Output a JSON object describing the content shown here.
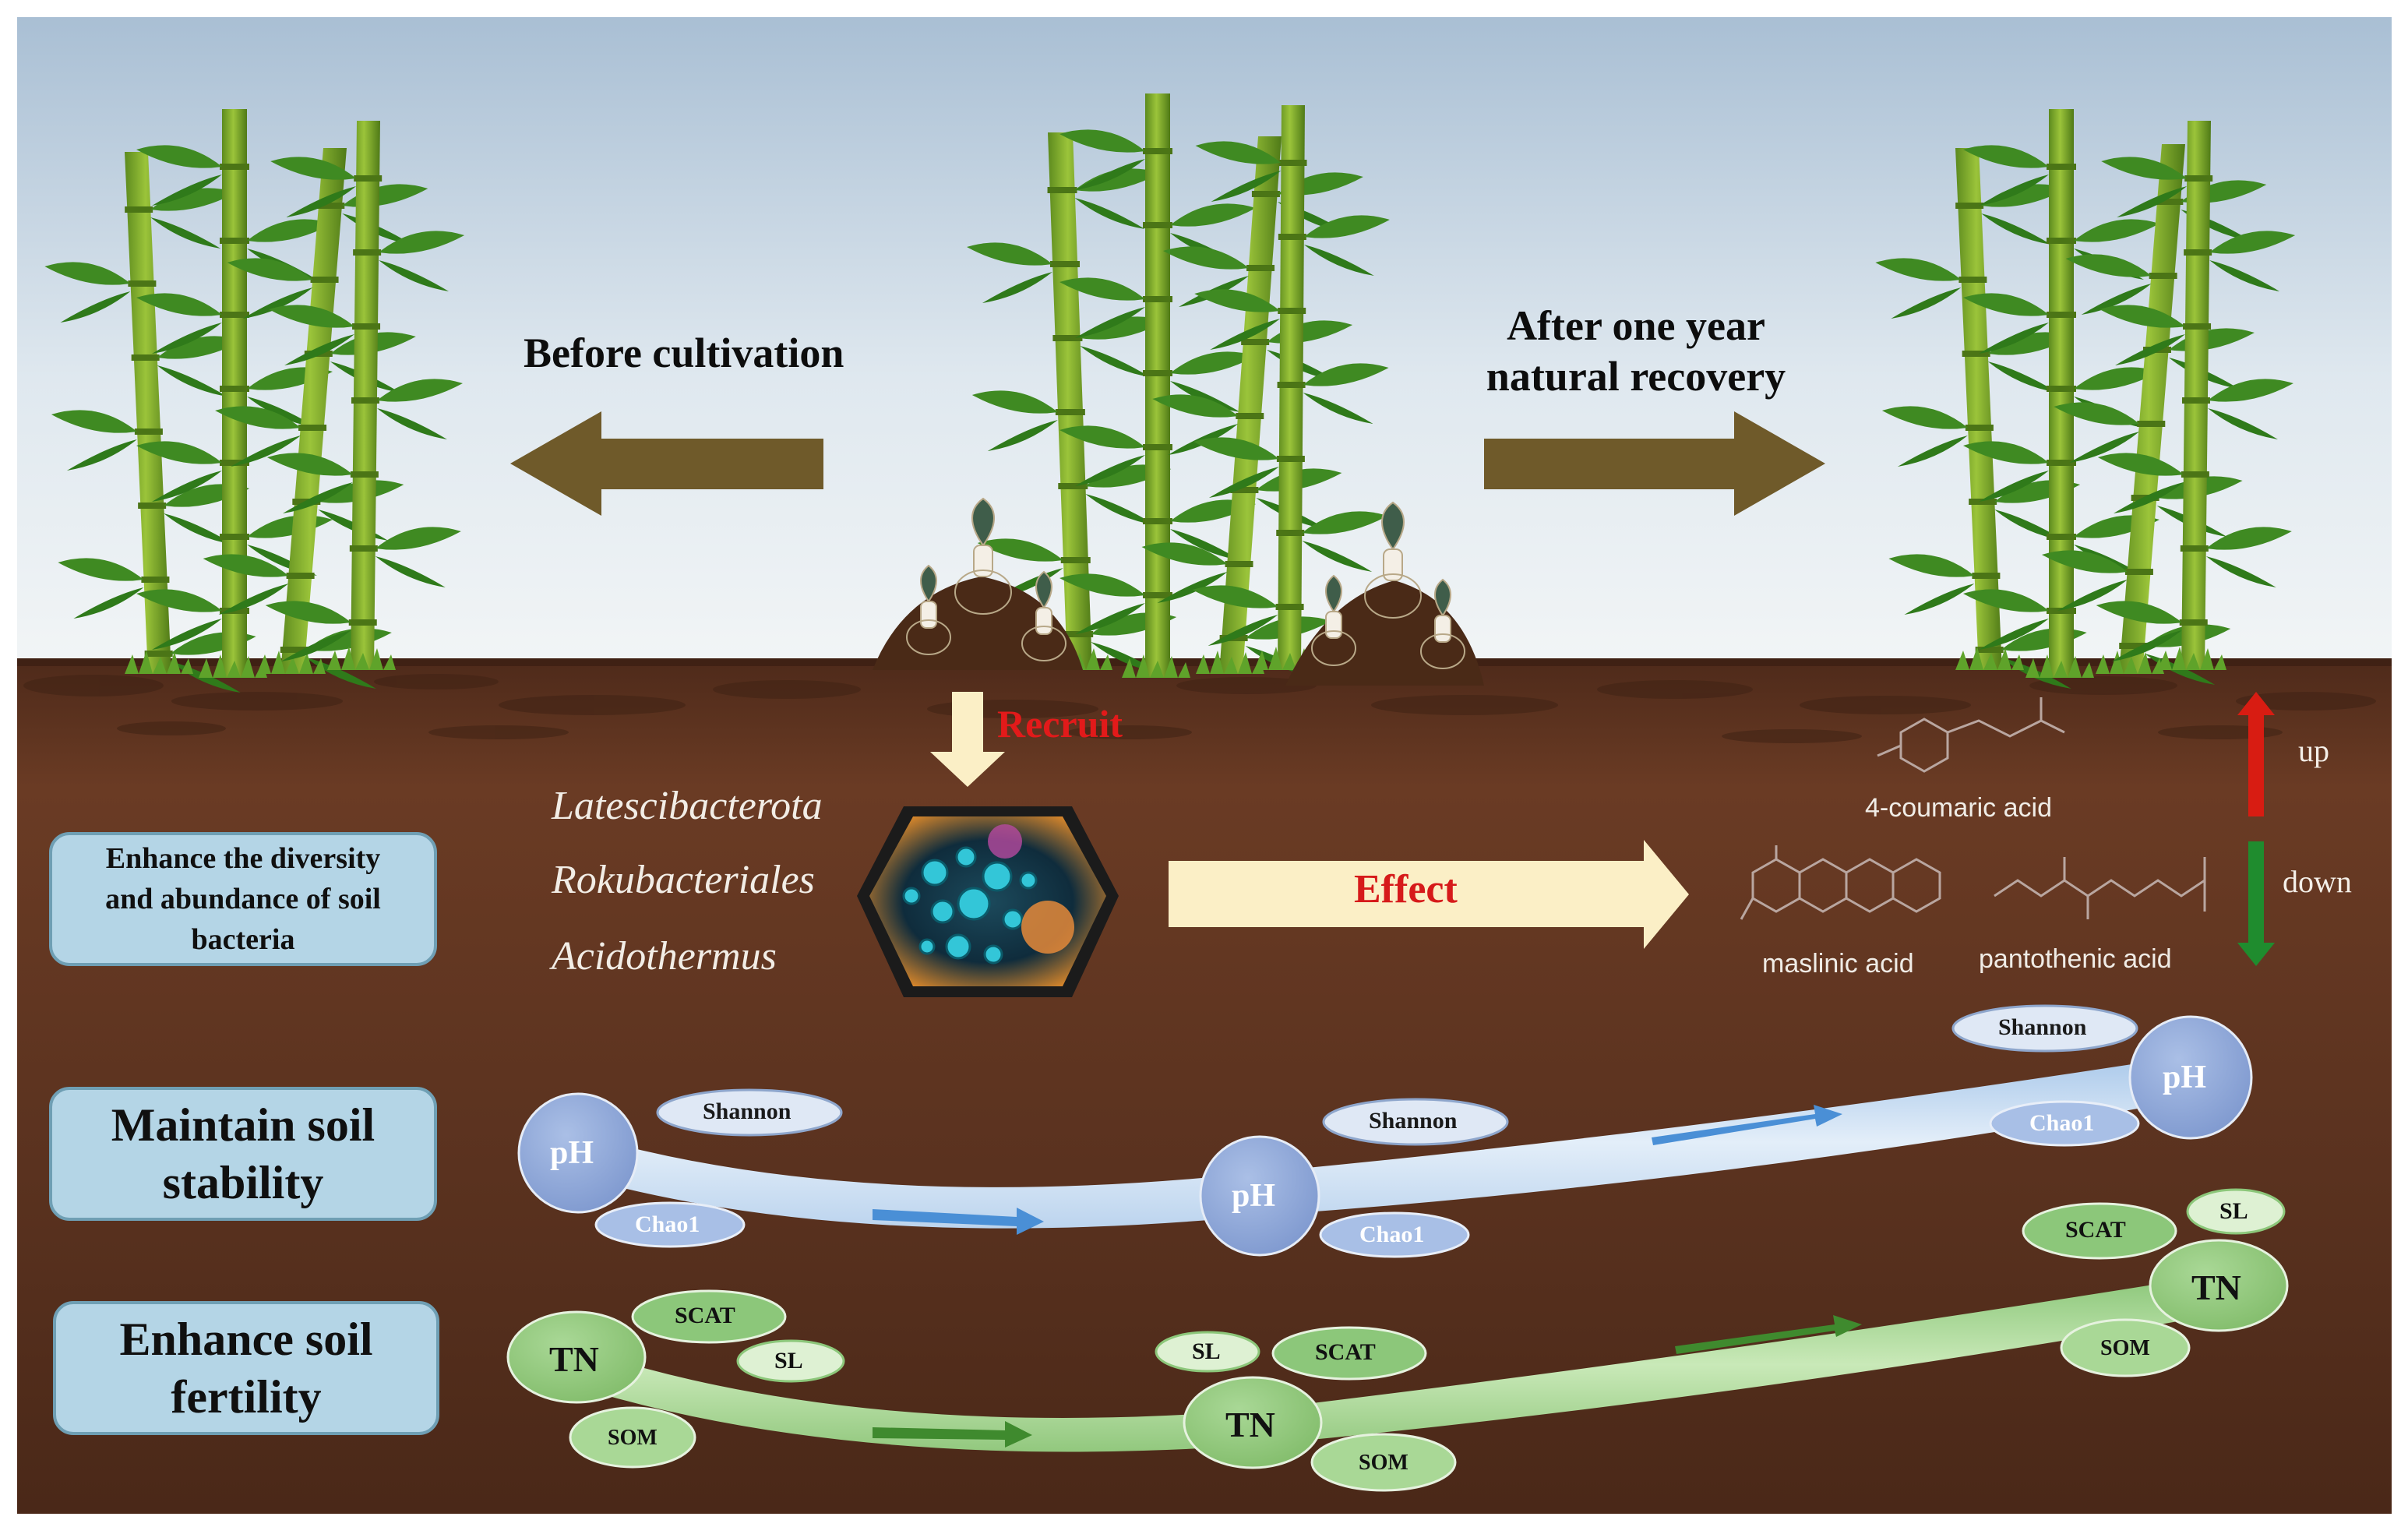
{
  "labels": {
    "before": "Before cultivation",
    "after_line1": "After one year",
    "after_line2": "natural recovery",
    "recruit": "Recruit",
    "effect": "Effect"
  },
  "side_boxes": {
    "diversity_line1": "Enhance the diversity",
    "diversity_line2": "and abundance of soil",
    "diversity_line3": "bacteria",
    "stability_line1": "Maintain soil",
    "stability_line2": "stability",
    "fertility_line1": "Enhance soil",
    "fertility_line2": "fertility"
  },
  "taxa": [
    "Latescibacterota",
    "Rokubacteriales",
    "Acidothermus"
  ],
  "metabolites": {
    "coumaric": "4-coumaric acid",
    "maslinic": "maslinic acid",
    "pantothenic": "pantothenic acid"
  },
  "legend": {
    "up": "up",
    "down": "down"
  },
  "stability_nodes": {
    "ph": "pH",
    "shannon": "Shannon",
    "chao1": "Chao1"
  },
  "fertility_nodes": {
    "tn": "TN",
    "scat": "SCAT",
    "sl": "SL",
    "som": "SOM"
  },
  "colors": {
    "sky_top": "#a9bfd4",
    "soil": "#5a3320",
    "arrow_brown": "#6f5a2a",
    "cream_arrow": "#fbefc6",
    "ph_node": "#8fa9d8",
    "tn_node": "#8fc47a",
    "up_red": "#d81c12",
    "down_green": "#1f8c2e"
  }
}
